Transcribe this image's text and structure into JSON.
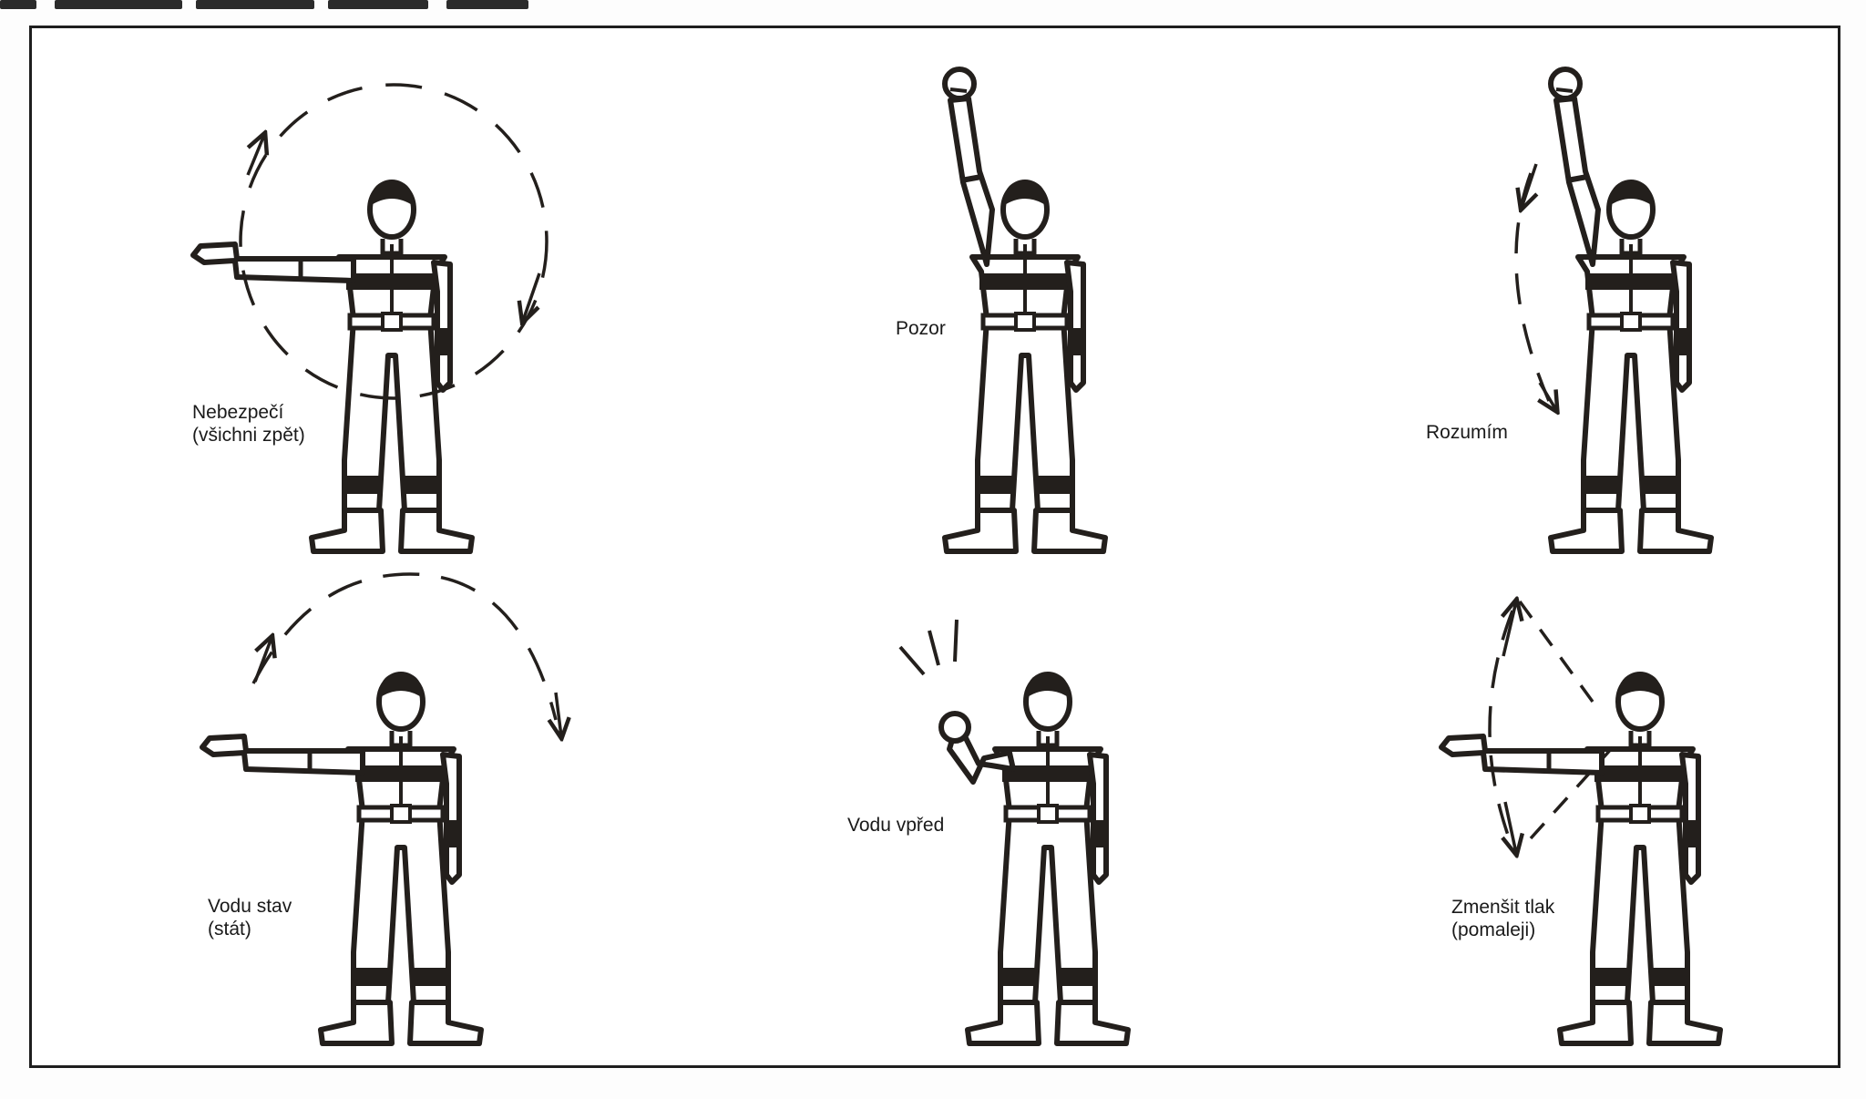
{
  "colors": {
    "ink": "#231f1c",
    "frame": "#1e1e1e",
    "paper": "#ffffff"
  },
  "signals": [
    {
      "id": "nebezpeci",
      "lines": [
        "Nebezpečí",
        "(všichni zpět)"
      ]
    },
    {
      "id": "pozor",
      "lines": [
        "Pozor"
      ]
    },
    {
      "id": "rozumim",
      "lines": [
        "Rozumím"
      ]
    },
    {
      "id": "vodu-stav",
      "lines": [
        "Vodu stav",
        "(stát)"
      ]
    },
    {
      "id": "vodu-vpred",
      "lines": [
        "Vodu vpřed"
      ]
    },
    {
      "id": "zmensit-tlak",
      "lines": [
        "Zmenšit tlak",
        "(pomaleji)"
      ]
    }
  ]
}
